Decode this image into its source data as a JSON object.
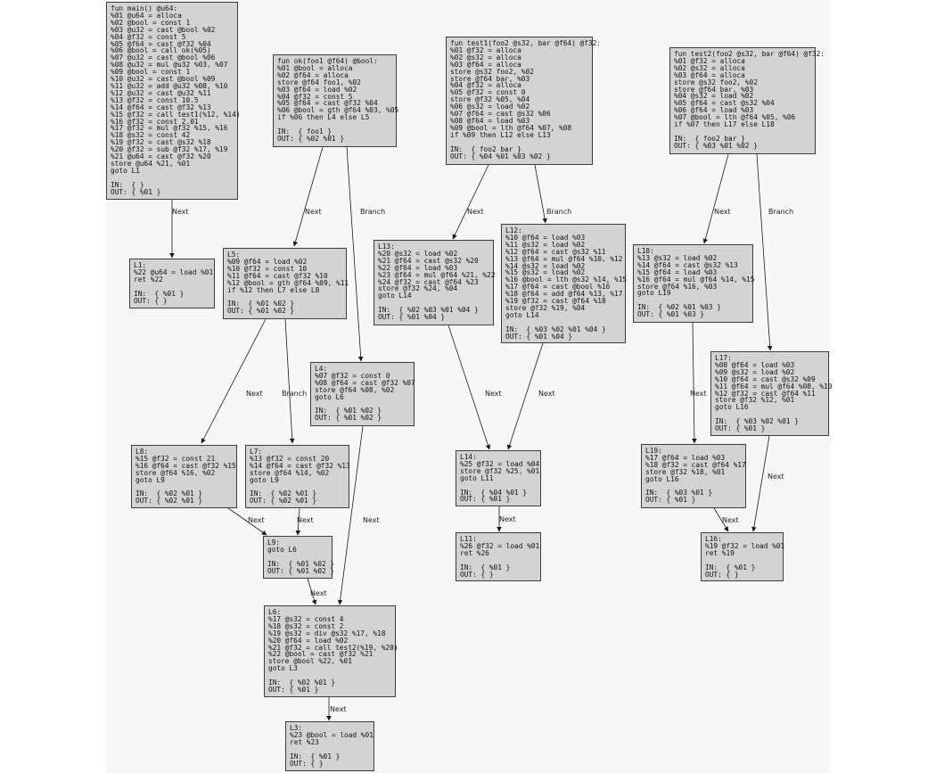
{
  "colors": {
    "node_fill": "#d3d3d3",
    "node_border": "#3c3c3c",
    "edge": "#1a1a1a",
    "canvas": "#f7f7f7"
  },
  "nodes": {
    "main": "fun main() @u64:\n%01 @u64 = alloca\n%02 @bool = const 1\n%03 @u32 = cast @bool %02\n%04 @f32 = const 5\n%05 @f64 = cast @f32 %04\n%06 @bool = call ok(%05)\n%07 @u32 = cast @bool %06\n%08 @u32 = mul @u32 %03, %07\n%09 @bool = const 1\n%10 @u32 = cast @bool %09\n%11 @u32 = add @u32 %08, %10\n%12 @u32 = cast @u32 %11\n%13 @f32 = const 10.5\n%14 @f64 = cast @f32 %13\n%15 @f32 = call test1(%12, %14)\n%16 @f32 = const 2.01\n%17 @f32 = mul @f32 %15, %16\n%18 @s32 = const 42\n%19 @f32 = cast @s32 %18\n%20 @f32 = sub @f32 %17, %19\n%21 @u64 = cast @f32 %20\nstore @u64 %21, %01\ngoto L1\n\nIN:  { }\nOUT: { %01 }",
    "L1": "L1:\n%22 @u64 = load %01\nret %22\n\nIN:  { %01 }\nOUT: { }",
    "ok": "fun ok(foo1 @f64) @bool:\n%01 @bool = alloca\n%02 @f64 = alloca\nstore @f64 foo1, %02\n%03 @f64 = load %02\n%04 @f32 = const 5\n%05 @f64 = cast @f32 %04\n%06 @bool = gth @f64 %03, %05\nif %06 then L4 else L5\n\nIN:  { foo1 }\nOUT: { %02 %01 }",
    "L5": "L5:\n%09 @f64 = load %02\n%10 @f32 = const 10\n%11 @f64 = cast @f32 %10\n%12 @bool = gth @f64 %09, %11\nif %12 then L7 else L8\n\nIN:  { %01 %02 }\nOUT: { %01 %02 }",
    "L4": "L4:\n%07 @f32 = const 0\n%08 @f64 = cast @f32 %07\nstore @f64 %08, %02\ngoto L6\n\nIN:  { %01 %02 }\nOUT: { %01 %02 }",
    "L8": "L8:\n%15 @f32 = const 21\n%16 @f64 = cast @f32 %15\nstore @f64 %16, %02\ngoto L9\n\nIN:  { %02 %01 }\nOUT: { %02 %01 }",
    "L7": "L7:\n%13 @f32 = const 20\n%14 @f64 = cast @f32 %13\nstore @f64 %14, %02\ngoto L9\n\nIN:  { %02 %01 }\nOUT: { %02 %01 }",
    "L9": "L9:\ngoto L6\n\nIN:  { %01 %02 }\nOUT: { %01 %02 }",
    "L6": "L6:\n%17 @s32 = const 4\n%18 @s32 = const 2\n%19 @s32 = div @s32 %17, %18\n%20 @f64 = load %02\n%21 @f32 = call test2(%19, %20)\n%22 @bool = cast @f32 %21\nstore @bool %22, %01\ngoto L3\n\nIN:  { %02 %01 }\nOUT: { %01 }",
    "L3": "L3:\n%23 @bool = load %01\nret %23\n\nIN:  { %01 }\nOUT: { }",
    "test1": "fun test1(foo2 @s32, bar @f64) @f32:\n%01 @f32 = alloca\n%02 @s32 = alloca\n%03 @f64 = alloca\nstore @s32 foo2, %02\nstore @f64 bar, %03\n%04 @f32 = alloca\n%05 @f32 = const 0\nstore @f32 %05, %04\n%06 @s32 = load %02\n%07 @f64 = cast @s32 %06\n%08 @f64 = load %03\n%09 @bool = lth @f64 %07, %08\nif %09 then L12 else L13\n\nIN:  { foo2 bar }\nOUT: { %04 %01 %03 %02 }",
    "L13": "L13:\n%20 @s32 = load %02\n%21 @f64 = cast @s32 %20\n%22 @f64 = load %03\n%23 @f64 = mul @f64 %21, %22\n%24 @f32 = cast @f64 %23\nstore @f32 %24, %04\ngoto L14\n\nIN:  { %02 %03 %01 %04 }\nOUT: { %01 %04 }",
    "L12": "L12:\n%10 @f64 = load %03\n%11 @s32 = load %02\n%12 @f64 = cast @s32 %11\n%13 @f64 = mul @f64 %10, %12\n%14 @s32 = load %02\n%15 @s32 = load %02\n%16 @bool = lth @s32 %14, %15\n%17 @f64 = cast @bool %16\n%18 @f64 = add @f64 %13, %17\n%19 @f32 = cast @f64 %18\nstore @f32 %19, %04\ngoto L14\n\nIN:  { %03 %02 %01 %04 }\nOUT: { %01 %04 }",
    "L14": "L14:\n%25 @f32 = load %04\nstore @f32 %25, %01\ngoto L11\n\nIN:  { %04 %01 }\nOUT: { %01 }",
    "L11": "L11:\n%26 @f32 = load %01\nret %26\n\nIN:  { %01 }\nOUT: { }",
    "test2": "fun test2(foo2 @s32, bar @f64) @f32:\n%01 @f32 = alloca\n%02 @s32 = alloca\n%03 @f64 = alloca\nstore @s32 foo2, %02\nstore @f64 bar, %03\n%04 @s32 = load %02\n%05 @f64 = cast @s32 %04\n%06 @f64 = load %03\n%07 @bool = lth @f64 %05, %06\nif %07 then L17 else L18\n\nIN:  { foo2 bar }\nOUT: { %03 %01 %02 }",
    "L18": "L18:\n%13 @s32 = load %02\n%14 @f64 = cast @s32 %13\n%15 @f64 = load %03\n%16 @f64 = mul @f64 %14, %15\nstore @f64 %16, %03\ngoto L19\n\nIN:  { %02 %01 %03 }\nOUT: { %01 %03 }",
    "L17": "L17:\n%08 @f64 = load %03\n%09 @s32 = load %02\n%10 @f64 = cast @s32 %09\n%11 @f64 = mul @f64 %08, %10\n%12 @f32 = cast @f64 %11\nstore @f32 %12, %01\ngoto L16\n\nIN:  { %03 %02 %01 }\nOUT: { %01 }",
    "L19": "L19:\n%17 @f64 = load %03\n%18 @f32 = cast @f64 %17\nstore @f32 %18, %01\ngoto L16\n\nIN:  { %03 %01 }\nOUT: { %01 }",
    "L16": "L16:\n%19 @f32 = load %01\nret %19\n\nIN:  { %01 }\nOUT: { }"
  },
  "edges": [
    {
      "from": "main",
      "to": "L1",
      "label": "Next"
    },
    {
      "from": "ok",
      "to": "L5",
      "label": "Next"
    },
    {
      "from": "ok",
      "to": "L4",
      "label": "Branch"
    },
    {
      "from": "L5",
      "to": "L8",
      "label": "Next"
    },
    {
      "from": "L5",
      "to": "L7",
      "label": "Branch"
    },
    {
      "from": "L8",
      "to": "L9",
      "label": "Next"
    },
    {
      "from": "L7",
      "to": "L9",
      "label": "Next"
    },
    {
      "from": "L9",
      "to": "L6",
      "label": "Next"
    },
    {
      "from": "L4",
      "to": "L6",
      "label": "Next"
    },
    {
      "from": "L6",
      "to": "L3",
      "label": "Next"
    },
    {
      "from": "test1",
      "to": "L13",
      "label": "Next"
    },
    {
      "from": "test1",
      "to": "L12",
      "label": "Branch"
    },
    {
      "from": "L13",
      "to": "L14",
      "label": "Next"
    },
    {
      "from": "L12",
      "to": "L14",
      "label": "Next"
    },
    {
      "from": "L14",
      "to": "L11",
      "label": "Next"
    },
    {
      "from": "test2",
      "to": "L18",
      "label": "Next"
    },
    {
      "from": "test2",
      "to": "L17",
      "label": "Branch"
    },
    {
      "from": "L18",
      "to": "L19",
      "label": "Next"
    },
    {
      "from": "L17",
      "to": "L16",
      "label": "Next"
    },
    {
      "from": "L19",
      "to": "L16",
      "label": "Next"
    }
  ]
}
